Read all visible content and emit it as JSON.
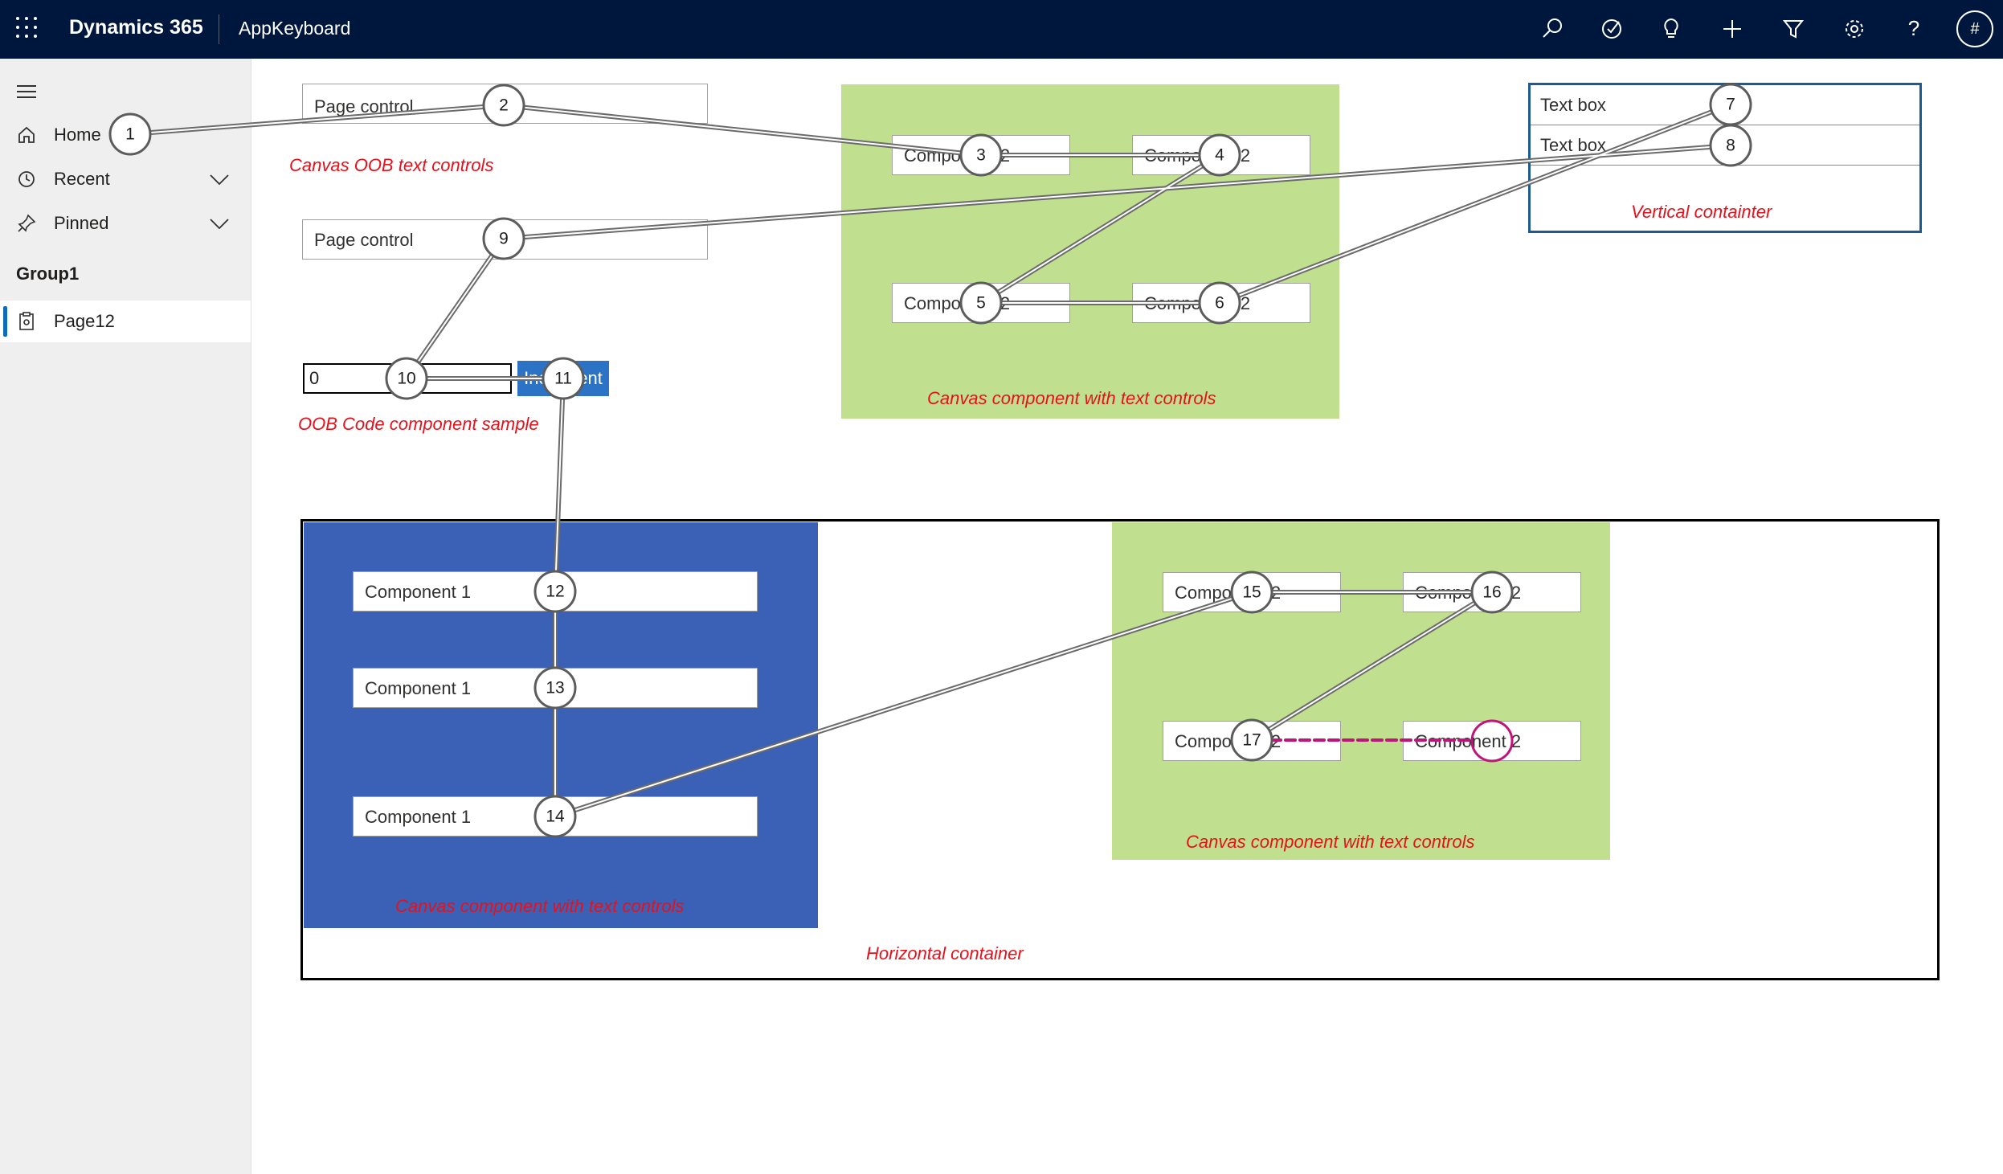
{
  "app": {
    "brand": "Dynamics 365",
    "name": "AppKeyboard"
  },
  "topbar": {
    "icons": [
      "search-icon",
      "task-icon",
      "lightbulb-icon",
      "add-icon",
      "filter-icon",
      "settings-icon",
      "help-icon"
    ],
    "avatar": "#"
  },
  "sidebar": {
    "items": [
      {
        "label": "Home",
        "icon": "home-icon"
      },
      {
        "label": "Recent",
        "icon": "clock-icon"
      },
      {
        "label": "Pinned",
        "icon": "pin-icon"
      }
    ],
    "group_title": "Group1",
    "page_item": {
      "label": "Page12",
      "icon": "page-icon"
    }
  },
  "canvas": {
    "page_control_1": "Page control",
    "page_control_2": "Page control",
    "caption_oob_text": "Canvas OOB text controls",
    "number_input_value": "0",
    "increment_button": "Increment",
    "caption_oob_code": "OOB Code component sample",
    "green_top": {
      "comp_a": "Component 2",
      "comp_b": "Component 2",
      "comp_c": "Component 2",
      "comp_d": "Component 2",
      "caption": "Canvas component with text controls"
    },
    "vertical_container": {
      "text_box_1": "Text box",
      "text_box_2": "Text box",
      "caption": "Vertical containter"
    },
    "blue_panel": {
      "comp_1": "Component 1",
      "comp_2": "Component 1",
      "comp_3": "Component 1",
      "caption": "Canvas component with text controls"
    },
    "green_bottom": {
      "comp_a": "Component 2",
      "comp_b": "Component 2",
      "comp_c": "Component 2",
      "comp_d": "Component 2",
      "caption": "Canvas component with text controls"
    },
    "caption_horizontal": "Horizontal container"
  },
  "tab_order_badges": [
    "1",
    "2",
    "3",
    "4",
    "5",
    "6",
    "7",
    "8",
    "9",
    "10",
    "11",
    "12",
    "13",
    "14",
    "15",
    "16",
    "17"
  ],
  "colors": {
    "topbar": "#00173d",
    "caption_red": "#e8101a",
    "green_panel": "#c0df8f",
    "blue_panel": "#3a61b6",
    "focus_magenta": "#c0147a",
    "vertical_border": "#1b5a92"
  }
}
